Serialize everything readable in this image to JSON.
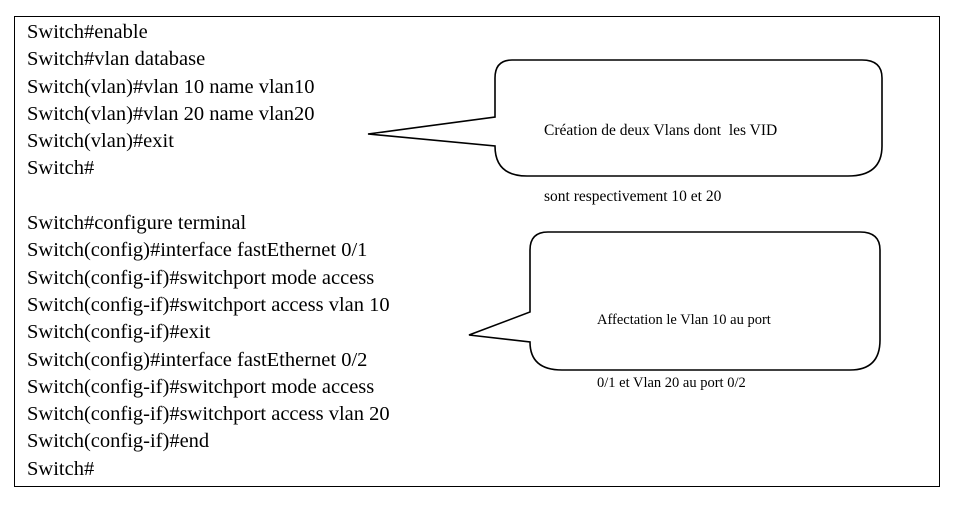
{
  "commands": [
    "Switch#enable",
    "Switch#vlan database",
    "Switch(vlan)#vlan 10 name vlan10",
    "Switch(vlan)#vlan 20 name vlan20",
    "Switch(vlan)#exit",
    "Switch#",
    "",
    "Switch#configure terminal",
    "Switch(config)#interface fastEthernet 0/1",
    "Switch(config-if)#switchport mode access",
    "Switch(config-if)#switchport access vlan 10",
    "Switch(config-if)#exit",
    "Switch(config)#interface fastEthernet 0/2",
    "Switch(config-if)#switchport mode access",
    "Switch(config-if)#switchport access vlan 20",
    "Switch(config-if)#end",
    "Switch#"
  ],
  "callouts": [
    {
      "lines": [
        "Création de deux Vlans dont  les VID",
        "sont respectivement 10 et 20"
      ]
    },
    {
      "lines": [
        "Affectation le Vlan 10 au port",
        "0/1 et Vlan 20 au port 0/2"
      ]
    }
  ],
  "colors": {
    "border": "#000000",
    "text": "#000000",
    "background": "#ffffff"
  }
}
